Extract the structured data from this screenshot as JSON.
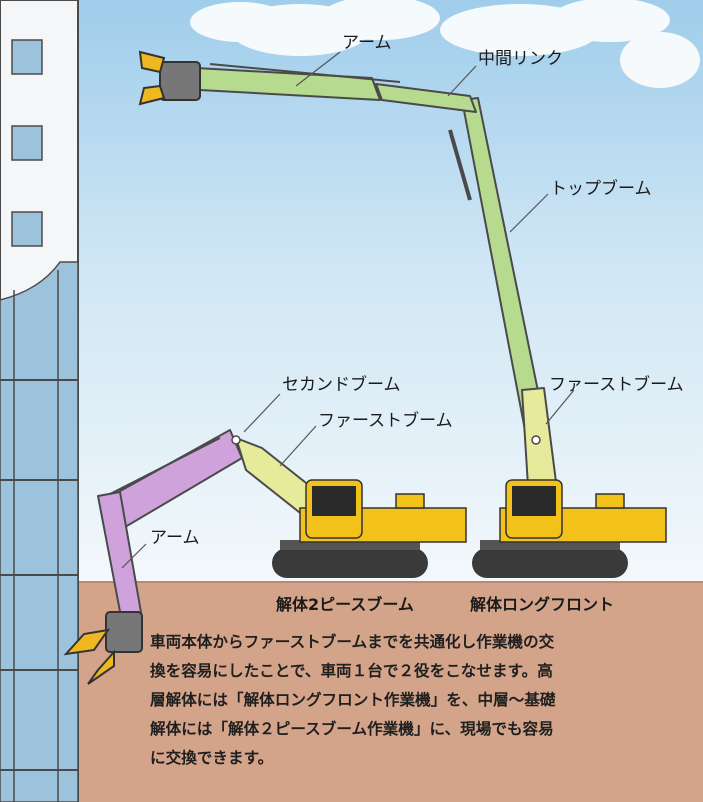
{
  "labels": {
    "long_front": {
      "arm": "アーム",
      "intermediate_link": "中間リンク",
      "top_boom": "トップブーム",
      "first_boom": "ファーストブーム"
    },
    "two_piece": {
      "second_boom": "セカンドブーム",
      "first_boom": "ファーストブーム",
      "arm": "アーム"
    }
  },
  "captions": {
    "two_piece_boom": "解体2ピースブーム",
    "long_front": "解体ロングフロント"
  },
  "description_lines": [
    "車両本体からファーストブームまでを共通化し作業機の交",
    "換を容易にしたことで、車両１台で２役をこなせます。高",
    "層解体には「解体ロングフロント作業機」を、中層〜基礎",
    "解体には「解体２ピースブーム作業機」に、現場でも容易",
    "に交換できます。"
  ],
  "colors": {
    "sky": "#a9d4ee",
    "ground": "#d4a48a",
    "long_front_boom": "#b6db8e",
    "two_piece_boom": "#cfa2dc",
    "first_boom": "#e6eb9c",
    "machine_body": "#f2c21a",
    "attachment": "#f0b820",
    "building_glass": "#9dc2dc"
  }
}
